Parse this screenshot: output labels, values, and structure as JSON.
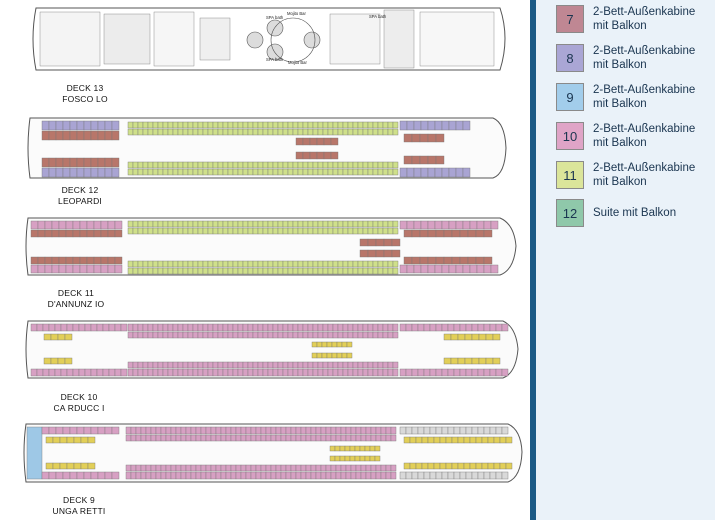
{
  "decks": [
    {
      "number_label": "DECK 13",
      "name": "FOSCO LO"
    },
    {
      "number_label": "DECK 12",
      "name": "LEOPARDI"
    },
    {
      "number_label": "DECK 11",
      "name": "D'ANNUNZ IO"
    },
    {
      "number_label": "DECK 10",
      "name": "CA RDUCC I"
    },
    {
      "number_label": "DECK 9",
      "name": "UNGA RETTI"
    }
  ],
  "deck13_labels": {
    "spa_bath_1": "SPA bath",
    "spa_bath_2": "SPA bath",
    "spa_bath_3": "SPA bath",
    "mojito_bar_1": "Mojito Bar",
    "mojito_bar_2": "Mojito Bar"
  },
  "legend": [
    {
      "number": "7",
      "label": "2-Bett-Außenkabine mit Balkon",
      "color": "#bf8793"
    },
    {
      "number": "8",
      "label": "2-Bett-Außenkabine mit Balkon",
      "color": "#aaa6d5"
    },
    {
      "number": "9",
      "label": "2-Bett-Außenkabine mit Balkon",
      "color": "#a2cdeb"
    },
    {
      "number": "10",
      "label": "2-Bett-Außenkabine mit Balkon",
      "color": "#dfa4c7"
    },
    {
      "number": "11",
      "label": "2-Bett-Außenkabine mit Balkon",
      "color": "#dbe59a"
    },
    {
      "number": "12",
      "label": "Suite mit Balkon",
      "color": "#8fc8aa"
    }
  ],
  "colors": {
    "sidebar_bg": "#eaf2f9",
    "sidebar_border": "#1c5a86",
    "inside_cabin": "#cfe08a",
    "cabin_suite": "#b8766a",
    "cabin_pink": "#d7a0c3",
    "cabin_purple": "#a9a4d3",
    "cabin_blue": "#9ec8e6",
    "cabin_yellow": "#e2cf58"
  }
}
